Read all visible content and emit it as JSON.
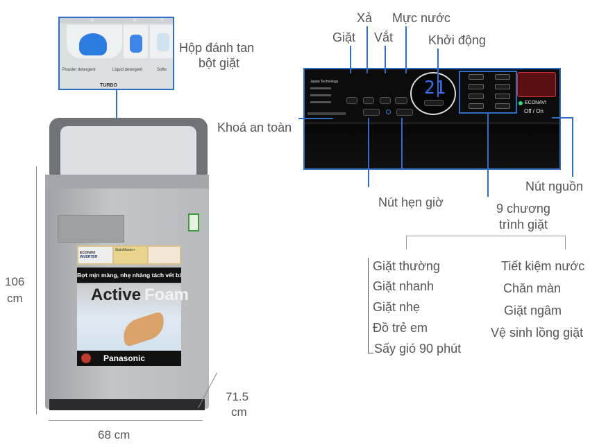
{
  "dispenser": {
    "label": "Hộp đánh tan\nbột giặt",
    "label_line1": "Hộp đánh tan",
    "label_line2": "bột giặt",
    "compartments": [
      "1",
      "2",
      "3"
    ],
    "powder": "Powder detergent",
    "liquid": "Liquid detergent",
    "softener": "Softe",
    "brand": "TURBO"
  },
  "machine": {
    "slogan": "Bợt mịn màng, nhẹ nhàng tách vết bẩn",
    "active": "Active",
    "foam": "Foam",
    "brand": "Panasonic",
    "badges": [
      "ECONAVI",
      "INVERTER",
      "StainMaster+"
    ]
  },
  "dimensions": {
    "height": "106\ncm",
    "height_value": "106",
    "width": "68 cm",
    "depth_value": "71.5",
    "unit": "cm"
  },
  "panel": {
    "tech": "Japan Technology",
    "display": "21",
    "econavi": "ECONAVI",
    "power": "Off / On"
  },
  "callouts": {
    "lock": "Khoá an toàn",
    "rinse": "Xả",
    "water_level": "Mực nước",
    "wash": "Giặt",
    "spin": "Vắt",
    "start": "Khởi động",
    "power_button": "Nút nguồn",
    "timer": "Nút hẹn giờ",
    "programs_line1": "9 chương",
    "programs_line2": "trình giặt"
  },
  "programs_left": [
    "Giặt thường",
    "Giặt nhanh",
    "Giặt nhẹ",
    "Đồ trẻ em",
    "Sấy gió 90 phút"
  ],
  "programs_right": [
    "Tiết kiệm nước",
    "Chăn màn",
    "Giặt ngâm",
    "Vệ sinh lồng giặt"
  ],
  "colors": {
    "callout_line": "#2f6ec4",
    "panel": "#0c0c0d",
    "body": "#b8babd"
  }
}
